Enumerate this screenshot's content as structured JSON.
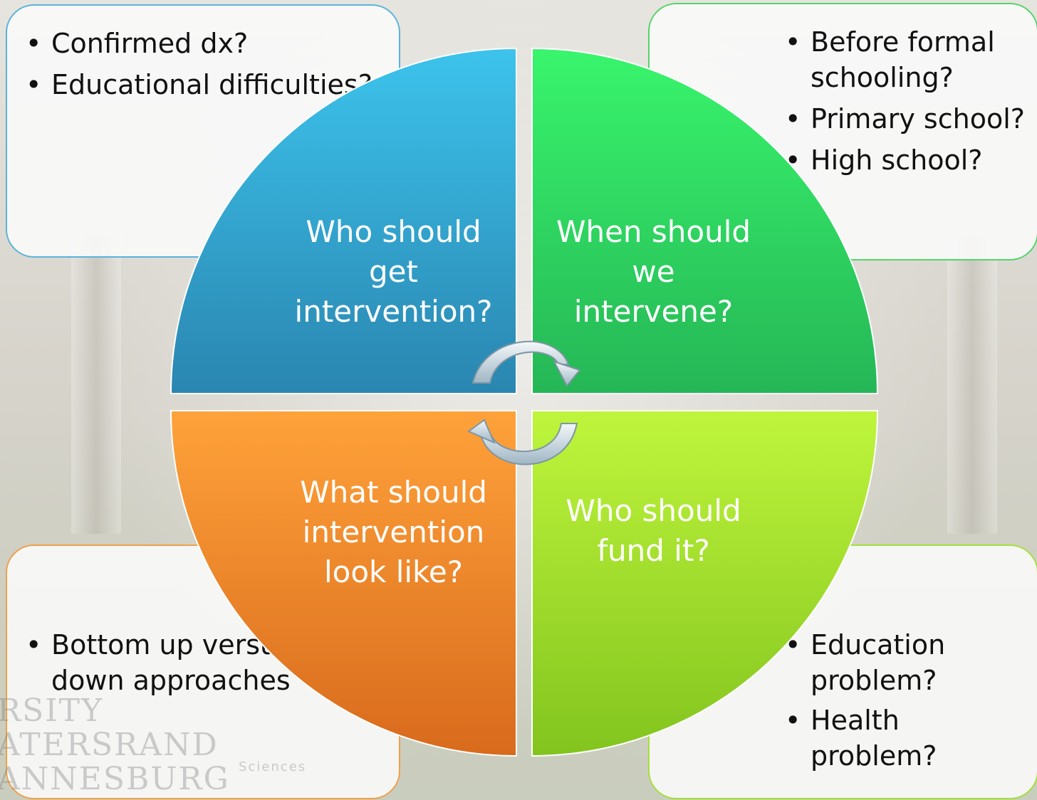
{
  "quadrants": {
    "top_left": {
      "label": "Who should get intervention?",
      "color": "#3ab8e0"
    },
    "top_right": {
      "label": "When should we intervene?",
      "color": "#2ee86a"
    },
    "bottom_left": {
      "label": "What should intervention look like?",
      "color": "#f79a2a"
    },
    "bottom_right": {
      "label": "Who should fund it?",
      "color": "#b2f53a"
    }
  },
  "cards": {
    "top_left": {
      "items": [
        "Confirmed dx?",
        "Educational difficulties?"
      ]
    },
    "top_right": {
      "items": [
        "Before formal schooling?",
        "Primary school?",
        "High school?"
      ]
    },
    "bottom_left": {
      "items": [
        "Bottom up versus top down approaches"
      ]
    },
    "bottom_right": {
      "items": [
        "Education problem?",
        "Health problem?"
      ]
    }
  },
  "bullet_glyph": "•",
  "background_logo": {
    "text_lines": [
      "RSITY",
      "ATERSRAND",
      "ANNESBURG"
    ],
    "subtext": "Sciences"
  }
}
